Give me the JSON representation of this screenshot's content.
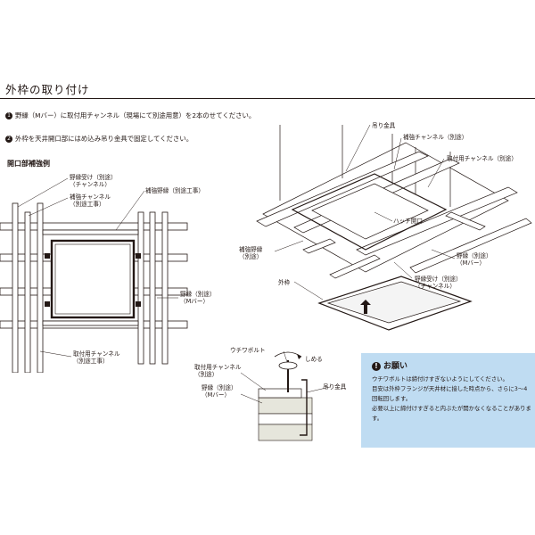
{
  "section_title": "外枠の取り付け",
  "steps": [
    {
      "num": "1",
      "text": "野縁（Mバー）に取付用チャンネル（現場にて別途用意）を2本のせてください。"
    },
    {
      "num": "2",
      "text": "外枠を天井開口部にはめ込み吊り金具で固定してください。"
    }
  ],
  "left_diagram": {
    "heading": "開口部補強例",
    "labels": {
      "nobuchi_uke": [
        "野縁受け（別途）",
        "（チャンネル）"
      ],
      "hokyo_channel": [
        "補強チャンネル",
        "（別途工事）"
      ],
      "hokyo_nobuchi": "補強野縁（別途工事）",
      "nobuchi": [
        "野縁（別途）",
        "（Mバー）"
      ],
      "toritsuke_channel": [
        "取付用チャンネル",
        "（別途工事）"
      ]
    }
  },
  "right_diagram": {
    "labels": {
      "tsuri_kanagu": "吊り金具",
      "hokyo_channel": "補強チャンネル（別途）",
      "toritsuke_channel": "取付用チャンネル（別途）",
      "hatch_kaiko": "ハッチ開口",
      "hokyo_nobuchi": [
        "補強野縁",
        "（別途）"
      ],
      "nobuchi": [
        "野縁（別途）",
        "（Mバー）"
      ],
      "sotowaku": "外枠",
      "nobuchi_uke": [
        "野縁受け（別途）",
        "（チャンネル）"
      ]
    }
  },
  "detail_diagram": {
    "labels": {
      "wing_bolt": "ウチワボルト",
      "shimeru": "しめる",
      "toritsuke_channel": [
        "取付用チャンネル",
        "（別途）"
      ],
      "nobuchi": [
        "野縁（別途）",
        "（Mバー）"
      ],
      "tsuri_kanagu": "吊り金具"
    }
  },
  "note": {
    "icon": "!",
    "title": "お願い",
    "lines": [
      "ウチワボルトは締付けすぎないようにしてください。",
      "目安は外枠フランジが天井材に接した時点から、さらに3～4回転回します。",
      "必要以上に締付けすぎると内ぶたが開かなくなることがあります。"
    ]
  },
  "colors": {
    "ink": "#231815",
    "note_bg": "#bfdcf2",
    "board": "#e6e6dc",
    "metal_light": "#f4f4f4"
  }
}
